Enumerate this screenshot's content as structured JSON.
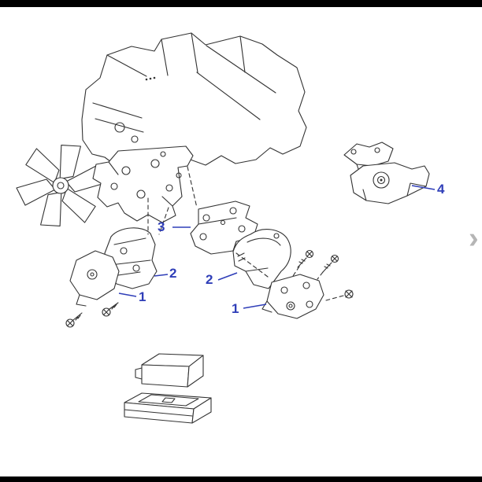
{
  "window": {
    "background": "#ffffff",
    "top_bar_color": "#000000",
    "bottom_bar_color": "#000000"
  },
  "diagram": {
    "title": "engine-mounting-exploded-parts-diagram",
    "accent_color": "#2f3eb8",
    "line_color": "#333333",
    "callouts": [
      {
        "label": "3"
      },
      {
        "label": "2"
      },
      {
        "label": "2"
      },
      {
        "label": "1"
      },
      {
        "label": "1"
      },
      {
        "label": "4"
      }
    ]
  },
  "nav": {
    "next_label": "›"
  }
}
